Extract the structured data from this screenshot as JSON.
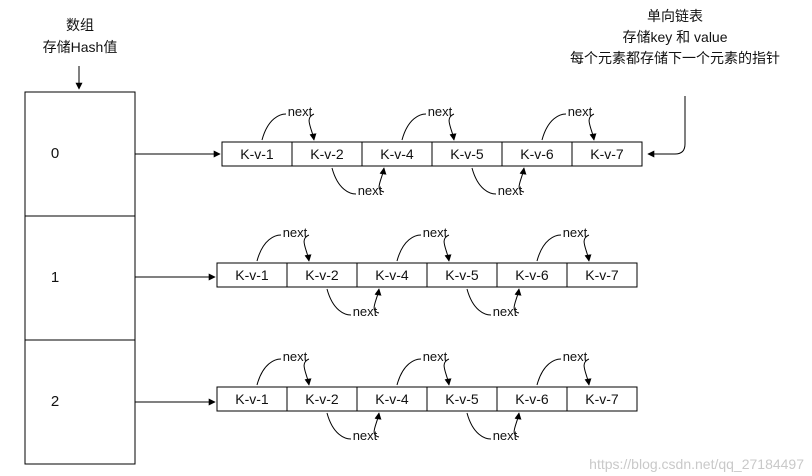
{
  "array_caption": {
    "line1": "数组",
    "line2": "存储Hash值"
  },
  "list_caption": {
    "line1": "单向链表",
    "line2": "存储key 和 value",
    "line3": "每个元素都存储下一个元素的指针"
  },
  "array_indices": [
    "0",
    "1",
    "2"
  ],
  "entry_labels": [
    "K-v-1",
    "K-v-2",
    "K-v-4",
    "K-v-5",
    "K-v-6",
    "K-v-7"
  ],
  "link_label": "next",
  "watermark": "https://blog.csdn.net/qq_27184497",
  "colors": {
    "line": "#000000",
    "text": "#111111",
    "watermark": "#c9c9c9"
  }
}
